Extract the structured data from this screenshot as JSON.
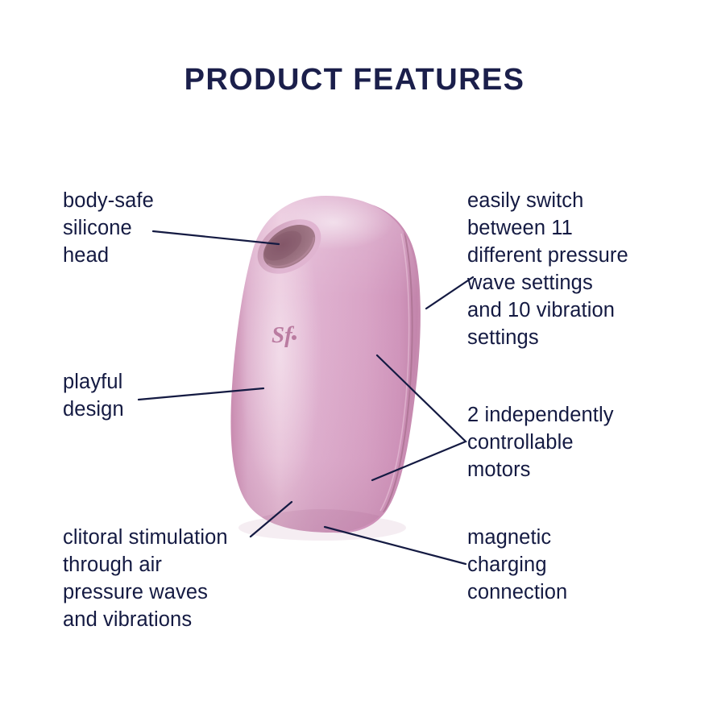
{
  "header": {
    "title": "PRODUCT FEATURES",
    "title_color": "#1b1f4b"
  },
  "product": {
    "name": "air-pulse-stimulator",
    "body_color": "#d9a5c5",
    "body_highlight_color": "#e8bfd8",
    "body_shadow_color": "#c084ab",
    "opening_color": "#9a6e80",
    "opening_rim_color": "#c79ab0",
    "seam_color": "#a8708f",
    "logo_text": "Sf",
    "logo_color": "#b5739a"
  },
  "features": {
    "silicone_head": {
      "text": "body-safe\nsilicone\nhead",
      "side": "left"
    },
    "playful_design": {
      "text": "playful\ndesign",
      "side": "left"
    },
    "clitoral_stimulation": {
      "text": "clitoral stimulation\nthrough air\npressure waves\nand vibrations",
      "side": "left"
    },
    "pressure_wave_settings": {
      "text": "easily switch\nbetween 11\ndifferent pressure\nwave settings\nand 10 vibration\nsettings",
      "side": "right"
    },
    "controllable_motors": {
      "text": "2 independently\ncontrollable\nmotors",
      "side": "right"
    },
    "magnetic_charging": {
      "text": "magnetic\ncharging\nconnection",
      "side": "right"
    }
  },
  "leader_lines": {
    "color": "#141a42",
    "width": 2.2
  }
}
